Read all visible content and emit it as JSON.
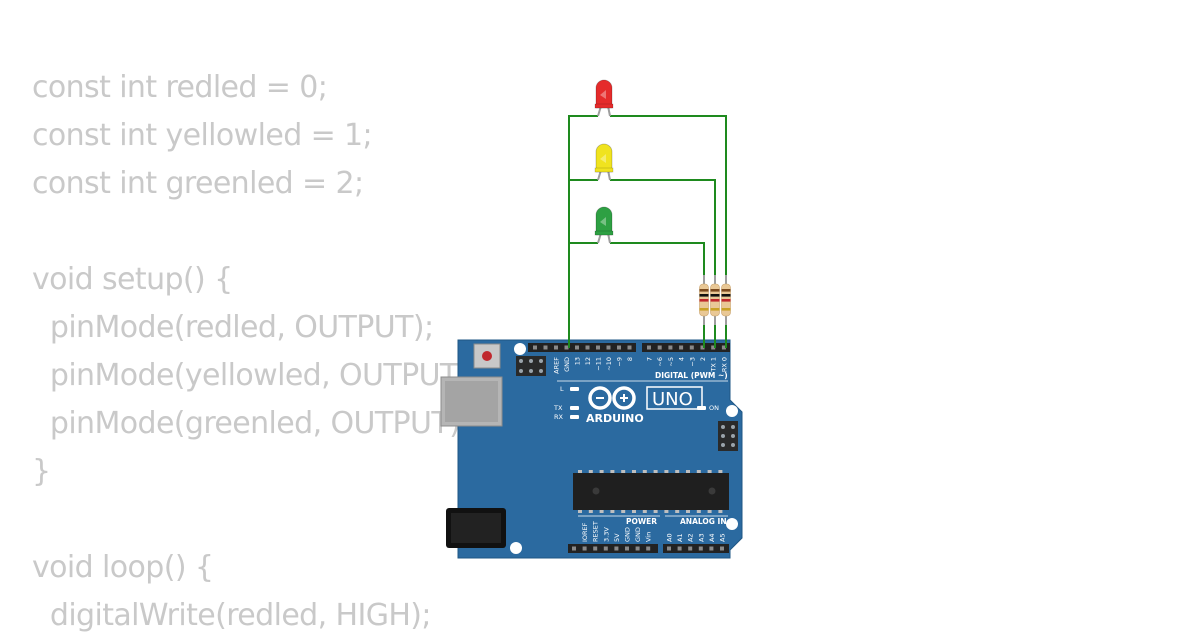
{
  "code": {
    "lines": [
      "const int redled = 0;",
      "const int yellowled = 1;",
      "const int greenled = 2;",
      "",
      "void setup() {",
      "  pinMode(redled, OUTPUT);",
      "  pinMode(yellowled, OUTPUT);",
      "  pinMode(greenled, OUTPUT);",
      "}",
      "",
      "void loop() {",
      "  digitalWrite(redled, HIGH);"
    ]
  },
  "board": {
    "brand": "ARDUINO",
    "model": "UNO",
    "digital_header": "DIGITAL (PWM ~)",
    "power_header": "POWER",
    "analog_header": "ANALOG IN",
    "led_l": "L",
    "led_tx": "TX",
    "led_rx": "RX",
    "led_on": "ON",
    "top_pins": [
      "AREF",
      "GND",
      "13",
      "12",
      "~11",
      "~10",
      "~9",
      "8",
      "7",
      "~6",
      "~5",
      "4",
      "~3",
      "2",
      "TX 1",
      "RX 0"
    ],
    "power_pins": [
      "IOREF",
      "RESET",
      "3.3V",
      "5V",
      "GND",
      "GND",
      "Vin"
    ],
    "analog_pins": [
      "A0",
      "A1",
      "A2",
      "A3",
      "A4",
      "A5"
    ]
  },
  "components": {
    "leds": [
      {
        "name": "red",
        "color": "#e52b2b",
        "pin": 0
      },
      {
        "name": "yellow",
        "color": "#f0e31f",
        "pin": 1
      },
      {
        "name": "green",
        "color": "#2ea043",
        "pin": 2
      }
    ],
    "wire_color": "#1e8a1e",
    "board_color": "#2b6aa0"
  }
}
